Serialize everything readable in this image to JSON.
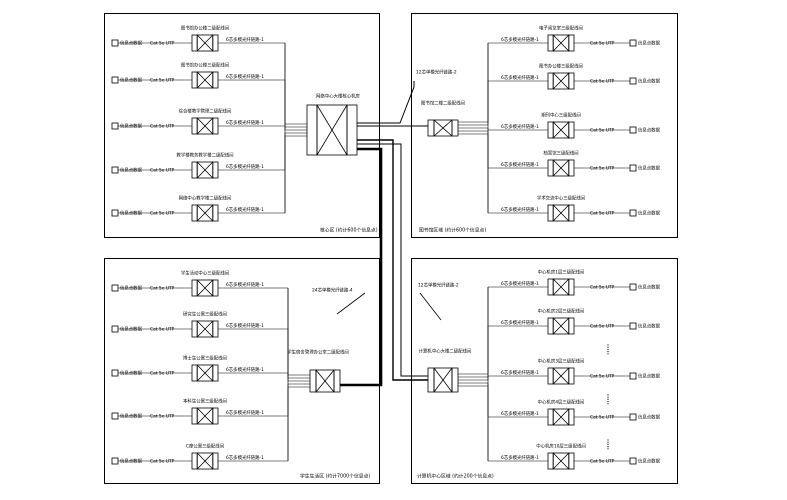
{
  "panels": [
    {
      "caption": "核心区 (约计600个信息点)",
      "hub_label": "网络中心大楼核心机房",
      "rows": [
        {
          "outlet": "信息点数据",
          "cable": "Cat 5e UTP",
          "closet": "图书馆办公楼二级配线间",
          "link": "6芯多模光纤链路-1"
        },
        {
          "outlet": "信息点数据",
          "cable": "Cat 5e UTP",
          "closet": "图书馆办公楼三级配线间",
          "link": "6芯多模光纤链路-1"
        },
        {
          "outlet": "信息点数据",
          "cable": "Cat 5e UTP",
          "closet": "综合楼教学管理二级配线间",
          "link": "6芯多模光纤链路-1"
        },
        {
          "outlet": "信息点数据",
          "cable": "Cat 5e UTP",
          "closet": "教学楼教务教学楼二级配线间",
          "link": "6芯多模光纤链路-1"
        },
        {
          "outlet": "信息点数据",
          "cable": "Cat 5e UTP",
          "closet": "网络中心教学楼二级配线间",
          "link": "6芯多模光纤链路-1"
        }
      ]
    },
    {
      "caption": "图书馆区域 (约计600个信息点)",
      "hub_label": "图书馆二楼二级配线间",
      "uplink": "12芯单模光纤链路-2",
      "rows": [
        {
          "outlet": "信息点数据",
          "cable": "Cat 5e UTP",
          "closet": "电子阅览室三级配线间",
          "link": "6芯多模光纤链路-1"
        },
        {
          "outlet": "信息点数据",
          "cable": "Cat 5e UTP",
          "closet": "图书办公楼三级配线间",
          "link": "6芯多模光纤链路-1"
        },
        {
          "outlet": "信息点数据",
          "cable": "Cat 5e UTP",
          "closet": "期刊中心三级配线间",
          "link": "6芯多模光纤链路-1"
        },
        {
          "outlet": "信息点数据",
          "cable": "Cat 5e UTP",
          "closet": "档案馆三级配线间",
          "link": "6芯多模光纤链路-1"
        },
        {
          "outlet": "信息点数据",
          "cable": "Cat 5e UTP",
          "closet": "学术交流中心三级配线间",
          "link": "6芯多模光纤链路-1"
        }
      ]
    },
    {
      "caption": "学生生活区 (约计7000个信息点)",
      "hub_label": "学生宿舍管理办公室二级配线间",
      "uplink": "24芯单模光纤链路-4",
      "rows": [
        {
          "outlet": "信息点数据",
          "cable": "Cat 5e UTP",
          "closet": "学生活动中心三级配线间",
          "link": "6芯多模光纤链路-1"
        },
        {
          "outlet": "信息点数据",
          "cable": "Cat 5e UTP",
          "closet": "研究生公寓三级配线间",
          "link": "6芯多模光纤链路-1"
        },
        {
          "outlet": "信息点数据",
          "cable": "Cat 5e UTP",
          "closet": "博士生公寓三级配线间",
          "link": "6芯多模光纤链路-1"
        },
        {
          "outlet": "信息点数据",
          "cable": "Cat 5e UTP",
          "closet": "本科生公寓三级配线间",
          "link": "6芯多模光纤链路-1"
        },
        {
          "outlet": "信息点数据",
          "cable": "Cat 5e UTP",
          "closet": "C座公寓三级配线间",
          "link": "6芯多模光纤链路-1"
        }
      ]
    },
    {
      "caption": "计算机中心区域 (约计200个信息点)",
      "hub_label": "计算机中心大楼二级配线间",
      "uplink": "12芯单模光纤链路-2",
      "rows": [
        {
          "outlet": "信息点数据",
          "cable": "Cat 5e UTP",
          "closet": "中心机房1层三级配线间",
          "link": "6芯多模光纤链路-1"
        },
        {
          "outlet": "信息点数据",
          "cable": "Cat 5e UTP",
          "closet": "中心机房2层三级配线间",
          "link": "6芯多模光纤链路-1"
        },
        {
          "outlet": "信息点数据",
          "cable": "Cat 5e UTP",
          "closet": "中心机房3层三级配线间",
          "link": "6芯多模光纤链路-1"
        },
        {
          "outlet": "信息点数据",
          "cable": "Cat 5e UTP",
          "closet": "中心机房4层三级配线间",
          "link": "6芯多模光纤链路-1"
        },
        {
          "outlet": "信息点数据",
          "cable": "Cat 5e UTP",
          "closet": "中心机房10层三级配线间",
          "link": "6芯多模光纤链路-1"
        }
      ]
    }
  ]
}
